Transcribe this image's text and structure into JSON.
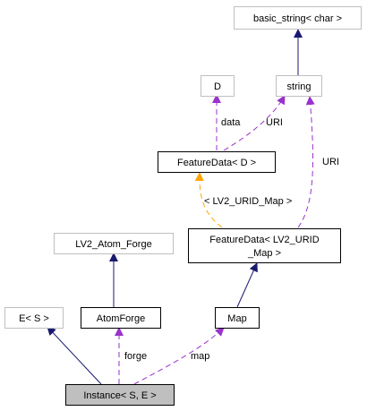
{
  "nodes": {
    "basic_string": "basic_string< char >",
    "string": "string",
    "d": "D",
    "feature_data_d": "FeatureData< D >",
    "feature_data_map_line1": "FeatureData< LV2_URID",
    "feature_data_map_line2": "_Map >",
    "lv2_atom_forge": "LV2_Atom_Forge",
    "e_s": "E< S >",
    "atom_forge": "AtomForge",
    "map": "Map",
    "instance": "Instance< S, E >"
  },
  "edge_labels": {
    "data": "data",
    "uri_left": "URI",
    "uri_right": "URI",
    "template_arg": "< LV2_URID_Map >",
    "forge": "forge",
    "map": "map"
  },
  "colors": {
    "inheritance": "#191970",
    "usage": "#9a32cd",
    "template": "#ffa500"
  }
}
